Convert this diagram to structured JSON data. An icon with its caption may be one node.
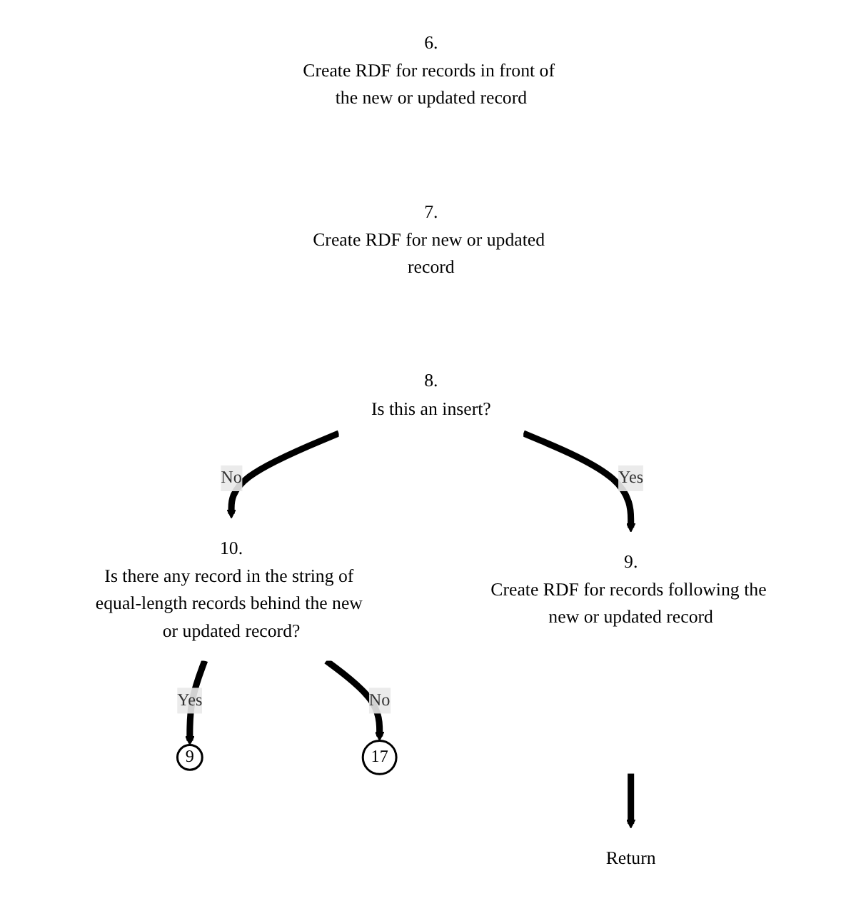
{
  "diagram": {
    "nodes": [
      {
        "text": [
          "6.",
          "Create RDF for records in front of the new or updated record"
        ]
      },
      {
        "text": [
          "7.",
          "Create RDF for new or updated record"
        ]
      },
      {
        "text": [
          "8.",
          "Is this an insert?"
        ]
      },
      {
        "text": [
          "9.",
          "Create RDF for records following the new or updated record"
        ]
      },
      {
        "text": [
          "Return"
        ]
      },
      {
        "text": [
          "10.",
          "Is there any record in the string of equal-length records behind the new or updated record?"
        ]
      },
      {
        "text": [
          "9"
        ]
      },
      {
        "text": [
          "17"
        ]
      }
    ],
    "edges": [
      {
        "from": 2,
        "to": 5,
        "arrow": "to",
        "label": "No"
      },
      {
        "from": 2,
        "to": 3,
        "arrow": "to",
        "label": "Yes"
      },
      {
        "from": null,
        "to": 4,
        "arrow": "to"
      },
      {
        "from": 5,
        "to": 6,
        "arrow": "to",
        "label": "Yes"
      },
      {
        "from": 5,
        "to": 7,
        "arrow": "to",
        "label": "No"
      }
    ]
  }
}
